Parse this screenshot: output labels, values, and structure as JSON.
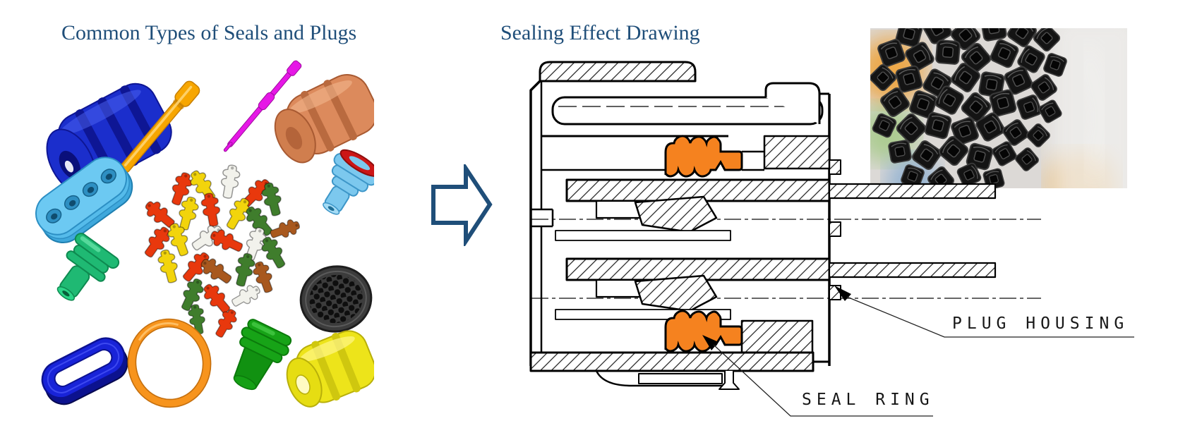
{
  "titles": {
    "left": "Common Types of Seals and Plugs",
    "right": "Sealing Effect Drawing"
  },
  "drawing": {
    "labels": {
      "plug_housing": "PLUG HOUSING",
      "seal_ring": "SEAL RING"
    },
    "seal_ring_color": "#F5821F",
    "line_color": "#000000"
  },
  "theme": {
    "title_color": "#1F4E79",
    "arrow_color": "#1F4E79",
    "background": "#FFFFFF"
  },
  "collage": {
    "items": [
      {
        "name": "blue-ribbed-cylindrical-seal",
        "color": "#1B2ECC"
      },
      {
        "name": "yellow-single-wire-seal-pin",
        "color": "#F7A600"
      },
      {
        "name": "magenta-cavity-plug-pin",
        "color": "#E617E6"
      },
      {
        "name": "copper-ribbed-cylindrical-seal",
        "color": "#DC8A5C"
      },
      {
        "name": "skyblue-multi-hole-gasket",
        "color": "#6CC9F2"
      },
      {
        "name": "assorted-wire-seals-pile",
        "color": "#E8380D",
        "colors": [
          "#E8380D",
          "#F2D40C",
          "#F2F2EC",
          "#3F7D2C",
          "#A8581E"
        ]
      },
      {
        "name": "skyblue-stepped-seal-red-ring",
        "color": "#7CC8EE"
      },
      {
        "name": "green-stepped-seal",
        "color": "#1FB973"
      },
      {
        "name": "black-round-multi-hole-grommet",
        "color": "#3C3C3C"
      },
      {
        "name": "blue-oval-ring-seal",
        "color": "#1823D8"
      },
      {
        "name": "orange-o-ring",
        "color": "#F7941D"
      },
      {
        "name": "green-ribbed-plug-seal",
        "color": "#17A317"
      },
      {
        "name": "yellow-ribbed-seal",
        "color": "#EDE41A"
      }
    ]
  },
  "photo": {
    "name": "black-square-seal-rings-in-plastic-bag"
  }
}
